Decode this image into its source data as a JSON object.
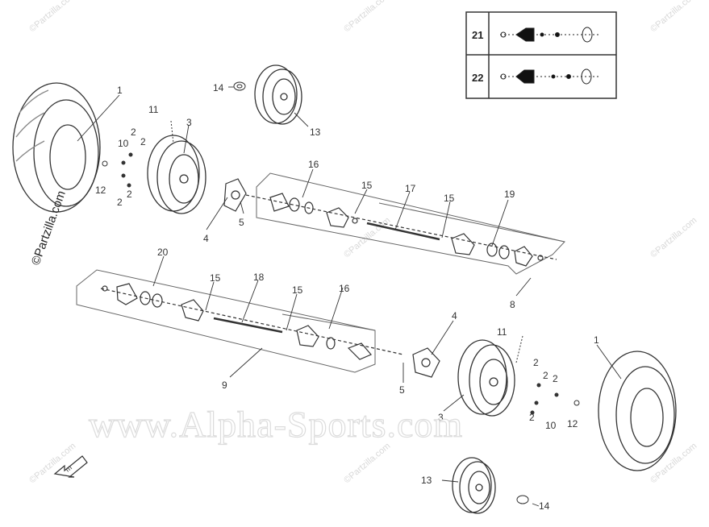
{
  "callouts": {
    "c1a": "1",
    "c1b": "1",
    "c2a": "2",
    "c2b": "2",
    "c2c": "2",
    "c2d": "2",
    "c2e": "2",
    "c2f": "2",
    "c2g": "2",
    "c2h": "2",
    "c3a": "3",
    "c3b": "3",
    "c4a": "4",
    "c4b": "4",
    "c5a": "5",
    "c5b": "5",
    "c8": "8",
    "c9": "9",
    "c10a": "10",
    "c10b": "10",
    "c11a": "11",
    "c11b": "11",
    "c12a": "12",
    "c12b": "12",
    "c13a": "13",
    "c13b": "13",
    "c14a": "14",
    "c14b": "14",
    "c15a": "15",
    "c15b": "15",
    "c15c": "15",
    "c15d": "15",
    "c16a": "16",
    "c16b": "16",
    "c17": "17",
    "c18": "18",
    "c19": "19",
    "c20": "20"
  },
  "legend": {
    "row1": "21",
    "row2": "22"
  },
  "watermarks": {
    "site": "www.Alpha-Sports.com",
    "side": "©Partzilla.com",
    "small": "©Partzilla.com"
  }
}
